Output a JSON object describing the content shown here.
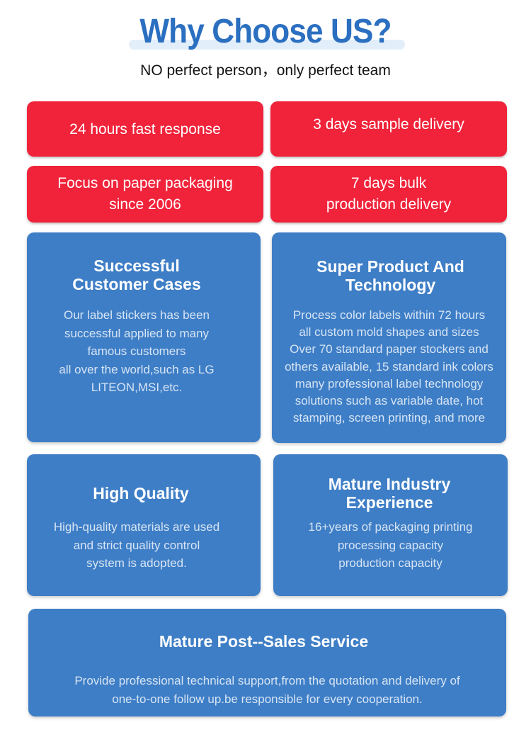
{
  "header": {
    "title": "Why Choose US?",
    "subtitle": "NO perfect person，only perfect team"
  },
  "highlights": [
    {
      "text": "24 hours fast response"
    },
    {
      "text": "3 days sample delivery"
    },
    {
      "line1": "Focus on paper packaging",
      "line2": "since 2006"
    },
    {
      "line1": "7 days bulk",
      "line2": "production delivery"
    }
  ],
  "features": [
    {
      "title_lines": [
        "Successful",
        "Customer Cases"
      ],
      "text_lines": [
        "Our label stickers has been",
        "successful applied to many",
        "famous customers",
        "all over the world,such as LG",
        "LITEON,MSI,etc."
      ]
    },
    {
      "title_lines": [
        "Super Product And",
        "Technology"
      ],
      "text_lines": [
        "Process color labels within 72 hours",
        "all custom mold shapes and sizes",
        "Over 70 standard paper stockers and",
        "others available, 15 standard ink colors",
        "many professional label technology",
        "solutions such as variable date, hot",
        "stamping, screen printing, and more"
      ]
    },
    {
      "title_lines": [
        "High Quality"
      ],
      "text_lines": [
        "High-quality materials are used",
        "and strict quality control",
        "system is adopted."
      ]
    },
    {
      "title_lines": [
        "Mature Industry",
        "Experience"
      ],
      "text_lines": [
        "16+years of packaging printing",
        "processing capacity",
        "production capacity"
      ]
    },
    {
      "title_lines": [
        "Mature Post--Sales Service"
      ],
      "text_lines": [
        "Provide professional technical support,from the quotation and delivery of",
        "one-to-one follow up.be responsible for every cooperation."
      ]
    }
  ],
  "colors": {
    "title_blue": "#2b6fc0",
    "red_card": "#f0233a",
    "blue_card": "#3e7ec6"
  }
}
